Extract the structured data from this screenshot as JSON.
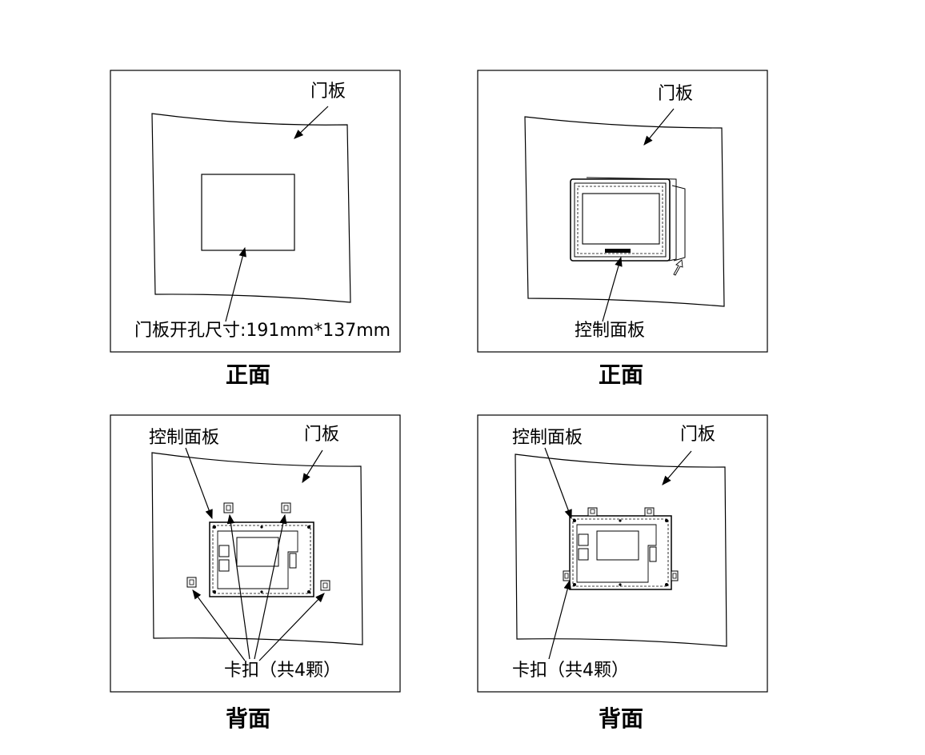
{
  "panels": [
    {
      "door_label": "门板",
      "hole_label": "门板开孔尺寸:191mm*137mm",
      "caption": "正面"
    },
    {
      "door_label": "门板",
      "control_label": "控制面板",
      "caption": "正面"
    },
    {
      "control_label": "控制面板",
      "door_label": "门板",
      "clip_label": "卡扣（共4颗）",
      "caption": "背面"
    },
    {
      "control_label": "控制面板",
      "door_label": "门板",
      "clip_label": "卡扣（共4颗）",
      "caption": "背面"
    }
  ]
}
